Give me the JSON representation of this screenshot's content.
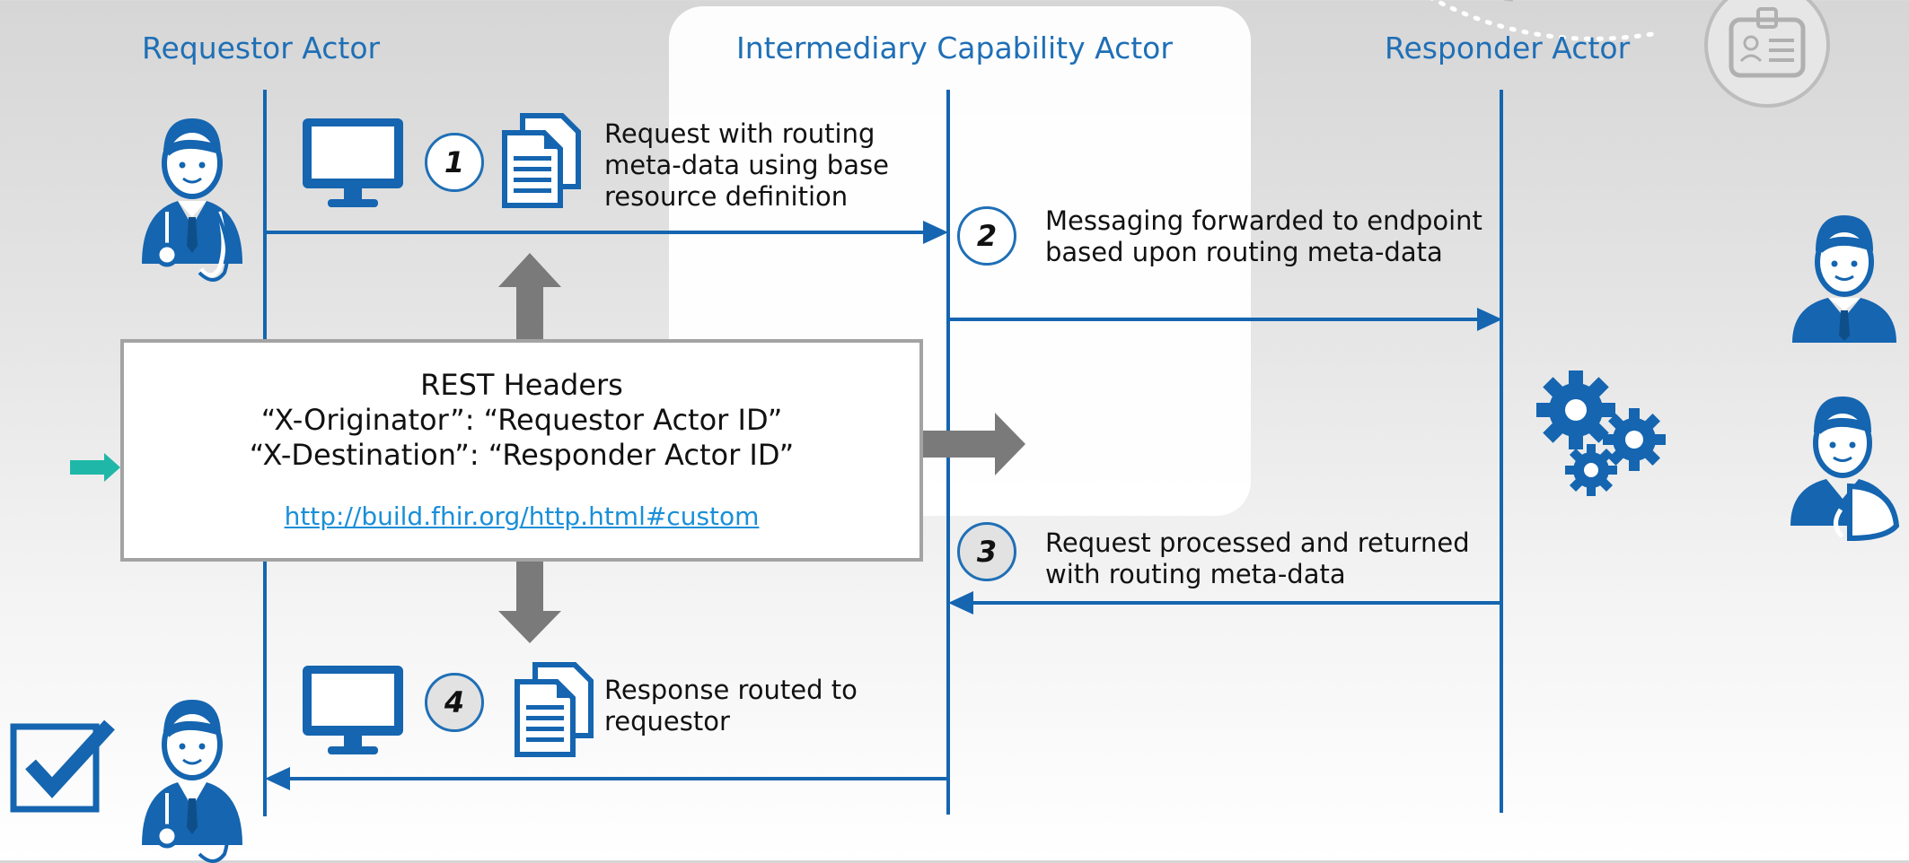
{
  "actors": {
    "requestor": "Requestor Actor",
    "intermediary": "Intermediary Capability Actor",
    "responder": "Responder Actor"
  },
  "steps": [
    {
      "number": "1",
      "lines": [
        "Request with routing",
        "meta-data using base",
        "resource definition"
      ]
    },
    {
      "number": "2",
      "lines": [
        "Messaging forwarded to endpoint",
        "based upon routing meta-data"
      ]
    },
    {
      "number": "3",
      "lines": [
        "Request processed and returned",
        "with routing meta-data"
      ]
    },
    {
      "number": "4",
      "lines": [
        "Response routed to",
        "requestor"
      ]
    }
  ],
  "rest_box": {
    "title": "REST Headers",
    "line1": "“X-Originator”: “Requestor Actor ID”",
    "line2": "“X-Destination”: “Responder Actor ID”",
    "link": "http://build.fhir.org/http.html#custom"
  },
  "colors": {
    "actor_blue": "#1565b0",
    "arrow_grey": "#7a7a7a",
    "teal_pointer": "#1fb7a8",
    "box_border": "#a3a3a3",
    "link": "#1a8fd8"
  },
  "icons": [
    "doctor-icon",
    "computer-monitor-icon",
    "document-stack-icon",
    "user-icon",
    "gears-icon",
    "patient-icon",
    "checkbox-icon",
    "id-card-icon"
  ]
}
